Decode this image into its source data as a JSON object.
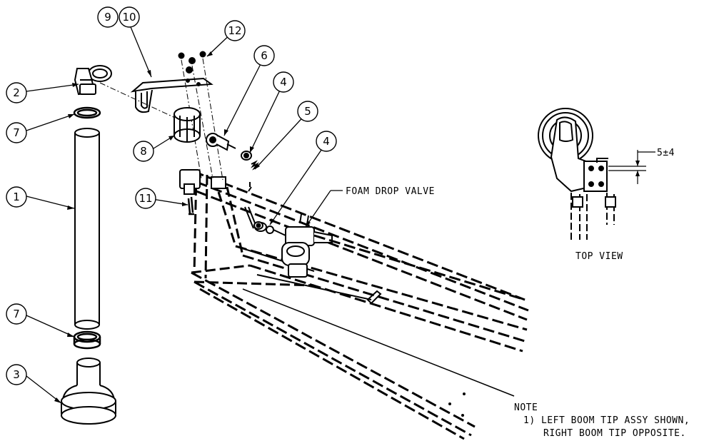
{
  "callouts": [
    {
      "id": "c1",
      "label": "1"
    },
    {
      "id": "c2",
      "label": "2"
    },
    {
      "id": "c3",
      "label": "3"
    },
    {
      "id": "c4a",
      "label": "4"
    },
    {
      "id": "c4b",
      "label": "4"
    },
    {
      "id": "c5",
      "label": "5"
    },
    {
      "id": "c6",
      "label": "6"
    },
    {
      "id": "c7a",
      "label": "7"
    },
    {
      "id": "c7b",
      "label": "7"
    },
    {
      "id": "c8",
      "label": "8"
    },
    {
      "id": "c9",
      "label": "9"
    },
    {
      "id": "c10",
      "label": "10"
    },
    {
      "id": "c11",
      "label": "11"
    },
    {
      "id": "c12",
      "label": "12"
    }
  ],
  "labels": {
    "foam_drop_valve": "FOAM DROP VALVE",
    "top_view": "TOP VIEW",
    "dimension": "5±4"
  },
  "note": {
    "heading": "NOTE",
    "line1": "1) LEFT BOOM TIP ASSY SHOWN,",
    "line2": "RIGHT BOOM TIP OPPOSITE."
  }
}
